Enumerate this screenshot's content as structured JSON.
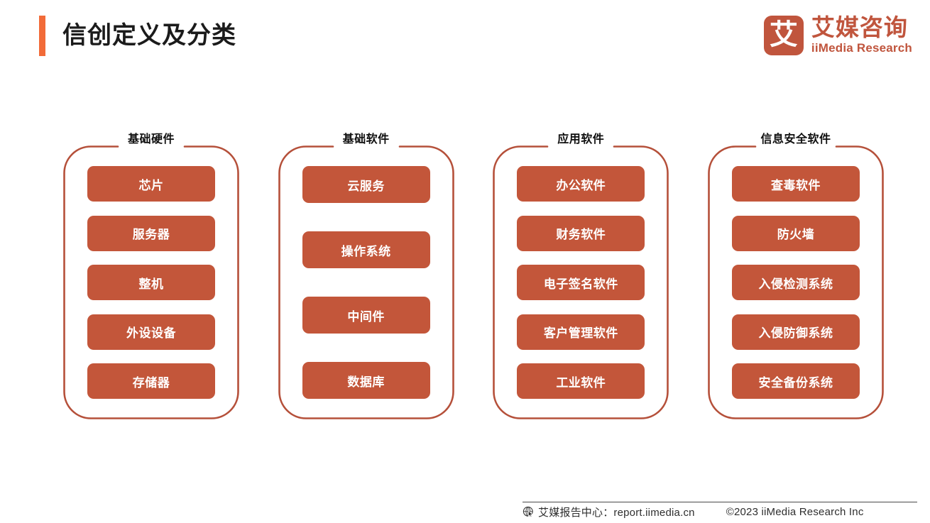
{
  "header": {
    "title": "信创定义及分类",
    "accent_color": "#F26B38",
    "brand": {
      "logo_glyph": "艾",
      "name_cn": "艾媒咨询",
      "name_en": "iiMedia Research",
      "color": "#C0553D"
    }
  },
  "diagram": {
    "pill_color": "#C3563A",
    "frame_color": "#B5503A",
    "columns": [
      {
        "label": "基础硬件",
        "items": [
          "芯片",
          "服务器",
          "整机",
          "外设设备",
          "存储器"
        ]
      },
      {
        "label": "基础软件",
        "items": [
          "云服务",
          "操作系统",
          "中间件",
          "数据库"
        ]
      },
      {
        "label": "应用软件",
        "items": [
          "办公软件",
          "财务软件",
          "电子签名软件",
          "客户管理软件",
          "工业软件"
        ]
      },
      {
        "label": "信息安全软件",
        "items": [
          "查毒软件",
          "防火墙",
          "入侵检测系统",
          "入侵防御系统",
          "安全备份系统"
        ]
      }
    ]
  },
  "footer": {
    "site_label": "艾媒报告中心：report.iimedia.cn",
    "copyright": "©2023  iiMedia Research  Inc"
  }
}
